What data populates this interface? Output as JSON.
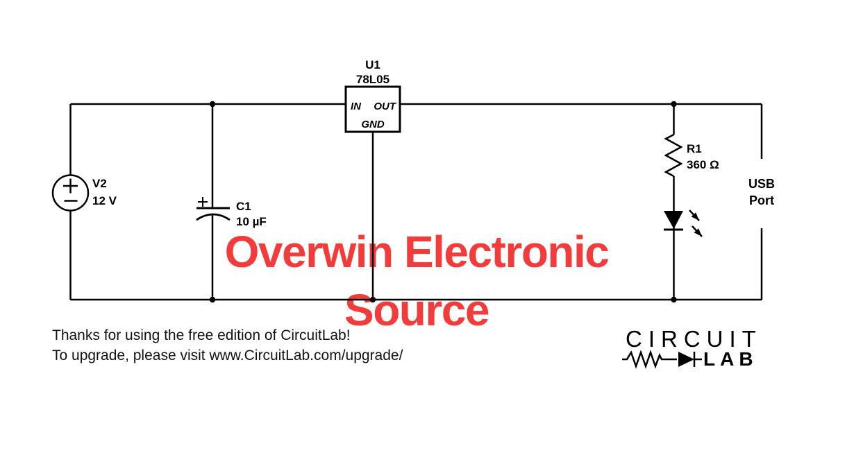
{
  "schematic": {
    "regulator": {
      "ref": "U1",
      "part": "78L05",
      "pin_in": "IN",
      "pin_out": "OUT",
      "pin_gnd": "GND"
    },
    "voltage_source": {
      "ref": "V2",
      "value": "12 V"
    },
    "capacitor": {
      "ref": "C1",
      "value": "10 µF"
    },
    "resistor": {
      "ref": "R1",
      "value": "360 Ω"
    },
    "usb_port": {
      "line1": "USB",
      "line2": "Port"
    }
  },
  "watermark": {
    "line1": "Overwin Electronic",
    "line2": "Source",
    "color": "#f23c3c"
  },
  "footer": {
    "line1": "Thanks for using the free edition of CircuitLab!",
    "line2": "To upgrade, please visit www.CircuitLab.com/upgrade/"
  },
  "logo": {
    "word_top": "CIRCUIT",
    "word_bottom": "LAB"
  },
  "colors": {
    "wire": "#000000",
    "background": "#ffffff",
    "watermark": "#f23c3c"
  }
}
